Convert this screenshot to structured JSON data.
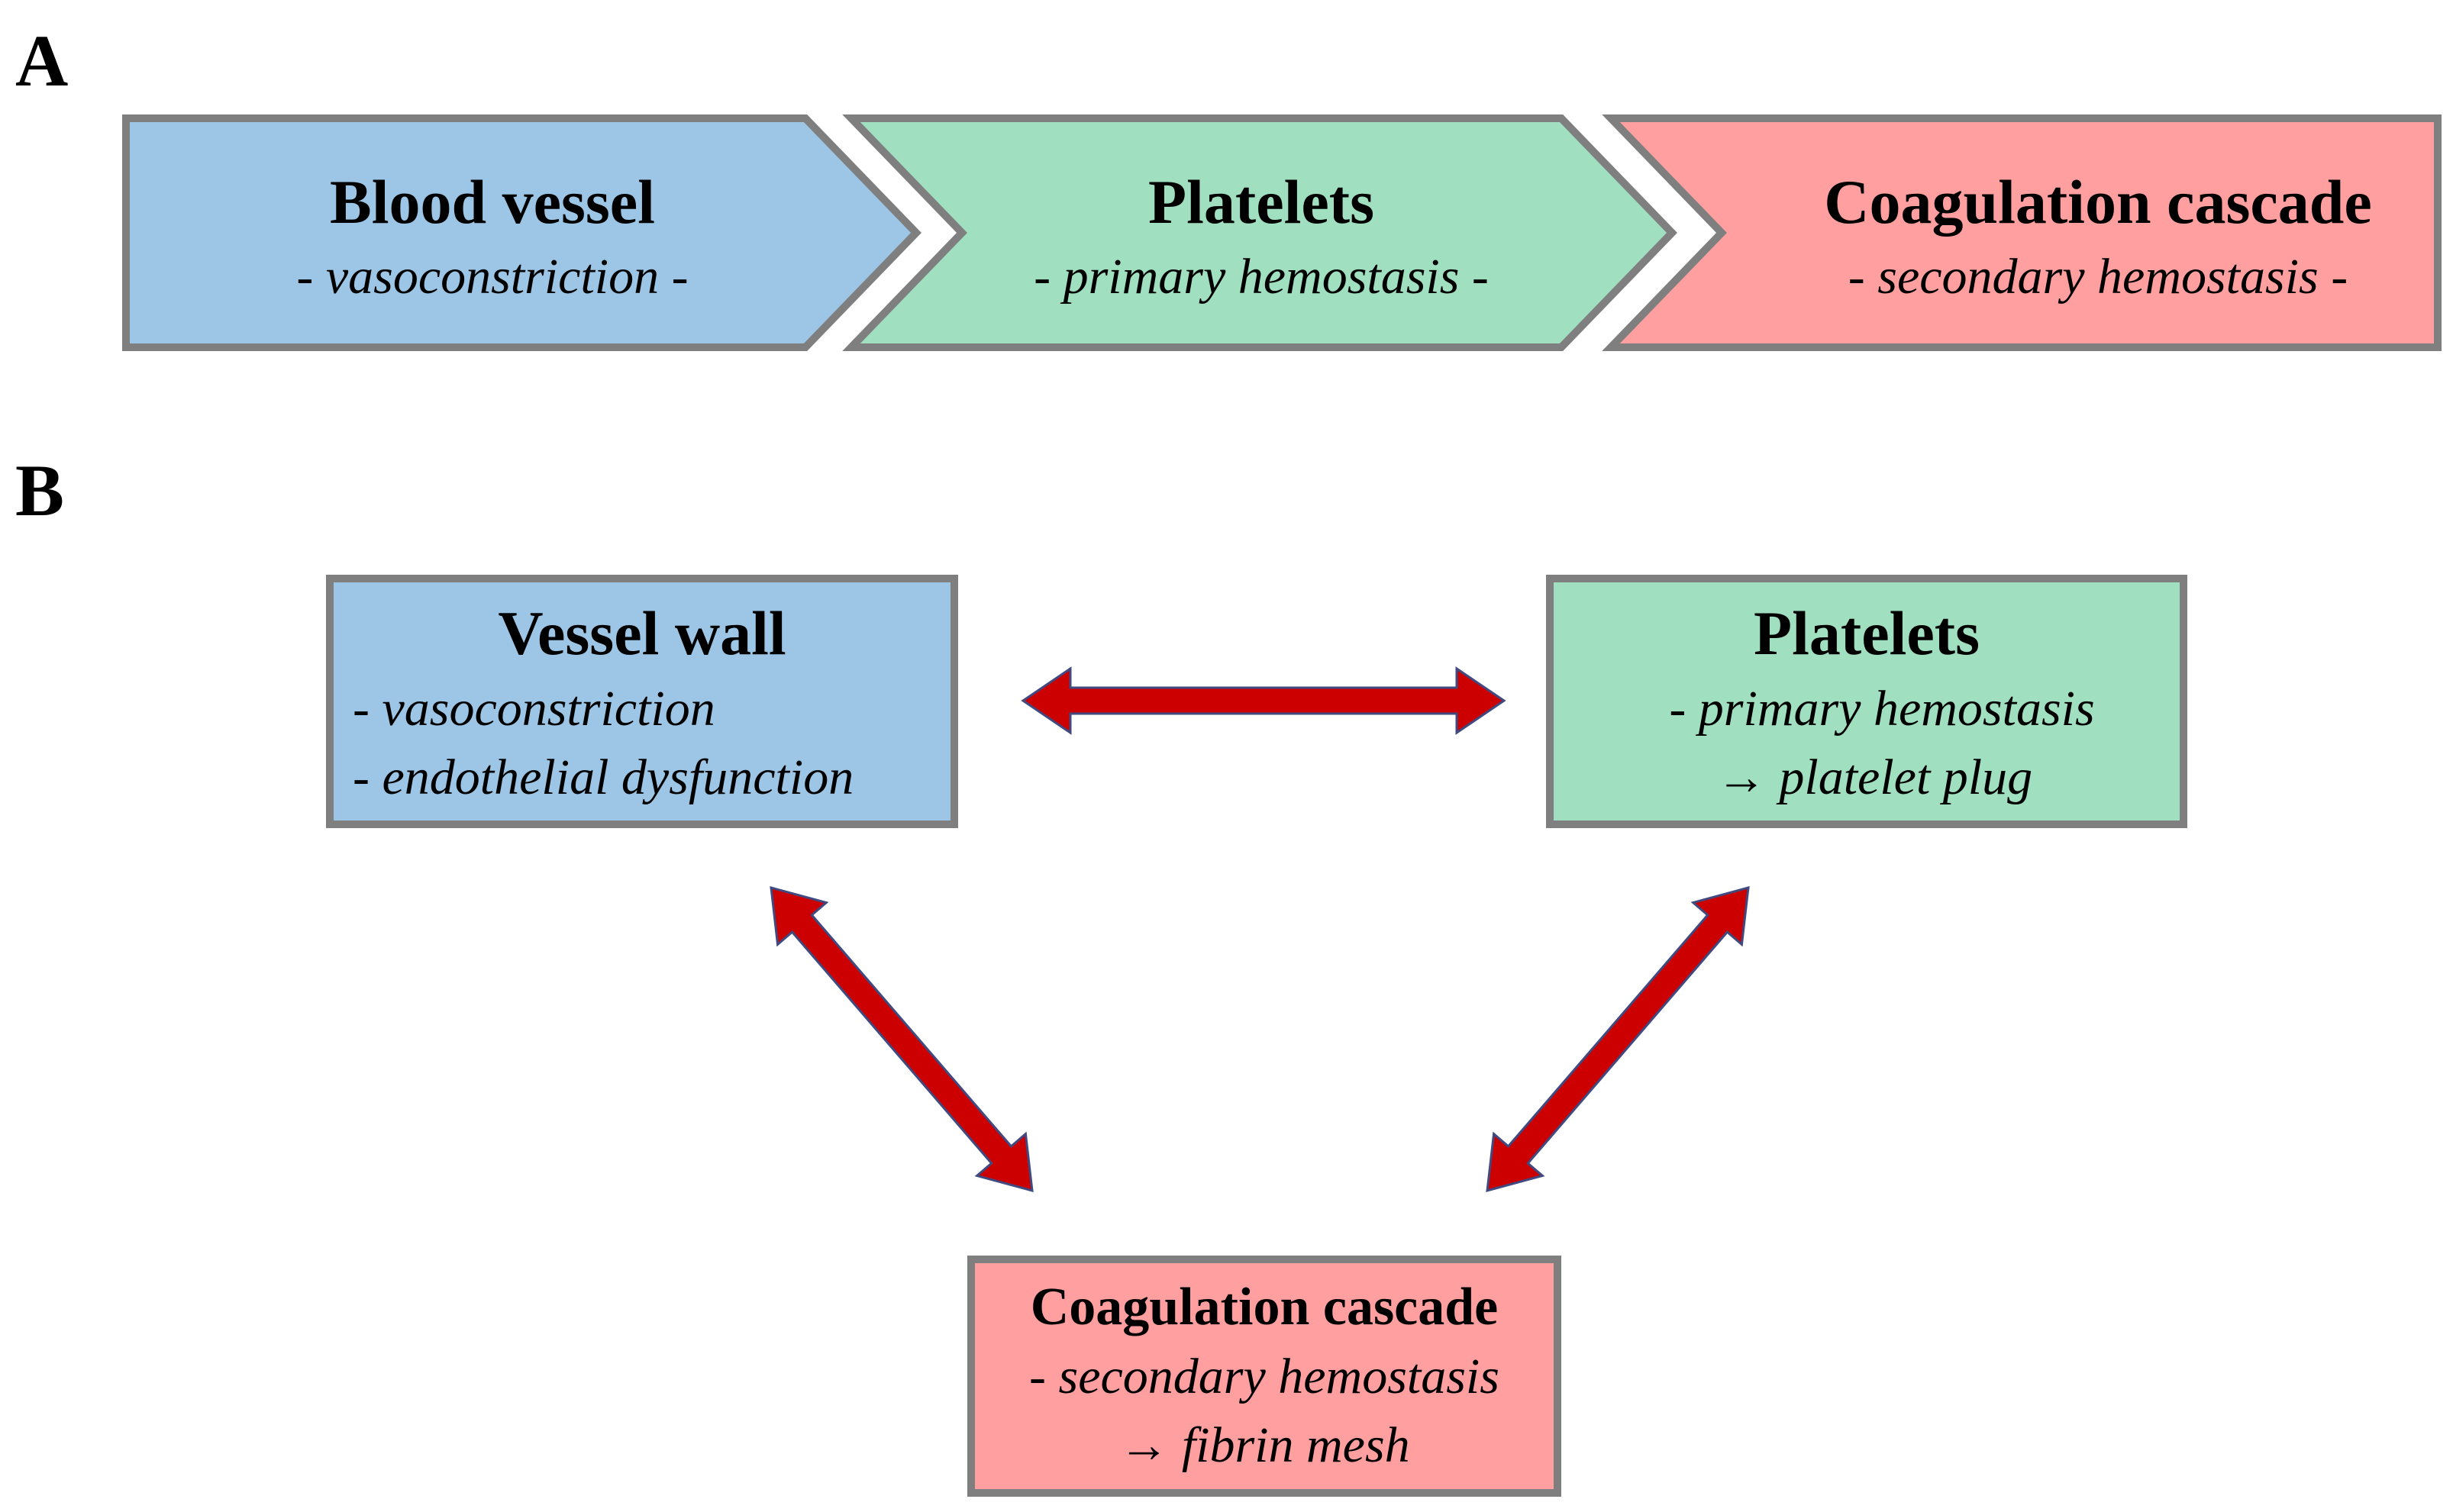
{
  "panel_a": {
    "label": "A",
    "steps": [
      {
        "title": "Blood vessel",
        "subtitle": "- vasoconstriction -",
        "fill": "#9dc6e6"
      },
      {
        "title": "Platelets",
        "subtitle": "- primary hemostasis -",
        "fill": "#a0e0c0"
      },
      {
        "title": "Coagulation cascade",
        "subtitle": "- secondary hemostasis -",
        "fill": "#ff9f9f"
      }
    ]
  },
  "panel_b": {
    "label": "B",
    "vessel_wall": {
      "title": "Vessel wall",
      "line1": "- vasoconstriction",
      "line2": "- endothelial dysfunction",
      "fill": "#9dc6e6"
    },
    "platelets": {
      "title": "Platelets",
      "line1": "- primary hemostasis",
      "line2": "→ platelet plug",
      "fill": "#a0e0c0"
    },
    "coagulation": {
      "title": "Coagulation cascade",
      "line1": "- secondary hemostasis",
      "line2": "→ fibrin mesh",
      "fill": "#ff9f9f"
    }
  },
  "colors": {
    "border": "#7f7f7f",
    "arrow": "#cc0000",
    "arrow_outline": "#404a80"
  }
}
